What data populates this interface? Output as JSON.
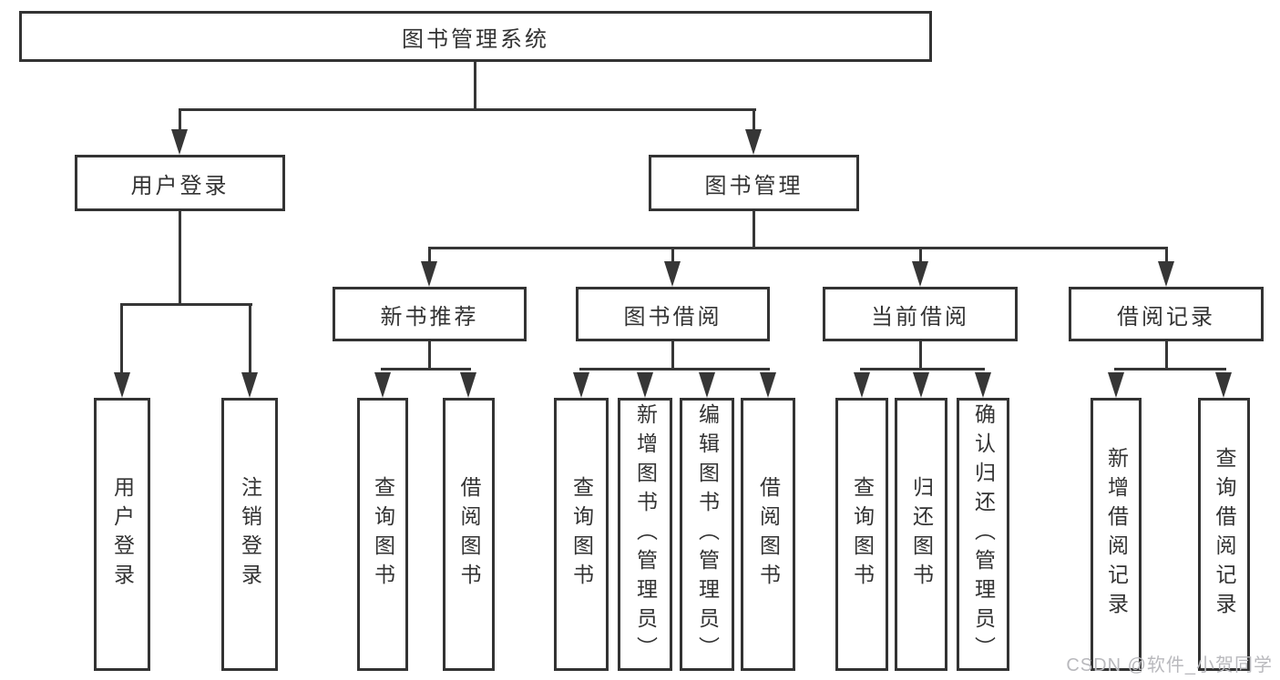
{
  "diagram": {
    "root": {
      "label": "图书管理系统"
    },
    "level2": [
      {
        "label": "用户登录"
      },
      {
        "label": "图书管理"
      }
    ],
    "level3": [
      {
        "label": "新书推荐"
      },
      {
        "label": "图书借阅"
      },
      {
        "label": "当前借阅"
      },
      {
        "label": "借阅记录"
      }
    ],
    "leaves": {
      "user_login": [
        "用户登录",
        "注销登录"
      ],
      "new_book_recommend": [
        "查询图书",
        "借阅图书"
      ],
      "book_borrow": [
        "查询图书",
        "新增图书（管理员）",
        "编辑图书（管理员）",
        "借阅图书"
      ],
      "current_borrow": [
        "查询图书",
        "归还图书",
        "确认归还（管理员）"
      ],
      "borrow_records": [
        "新增借阅记录",
        "查询借阅记录"
      ]
    }
  },
  "watermark": {
    "text": "CSDN @软件_小贺同学"
  },
  "colors": {
    "line": "#363636",
    "border": "#333333",
    "text": "#333333",
    "watermark": "#b9b9bd",
    "background": "#ffffff"
  }
}
